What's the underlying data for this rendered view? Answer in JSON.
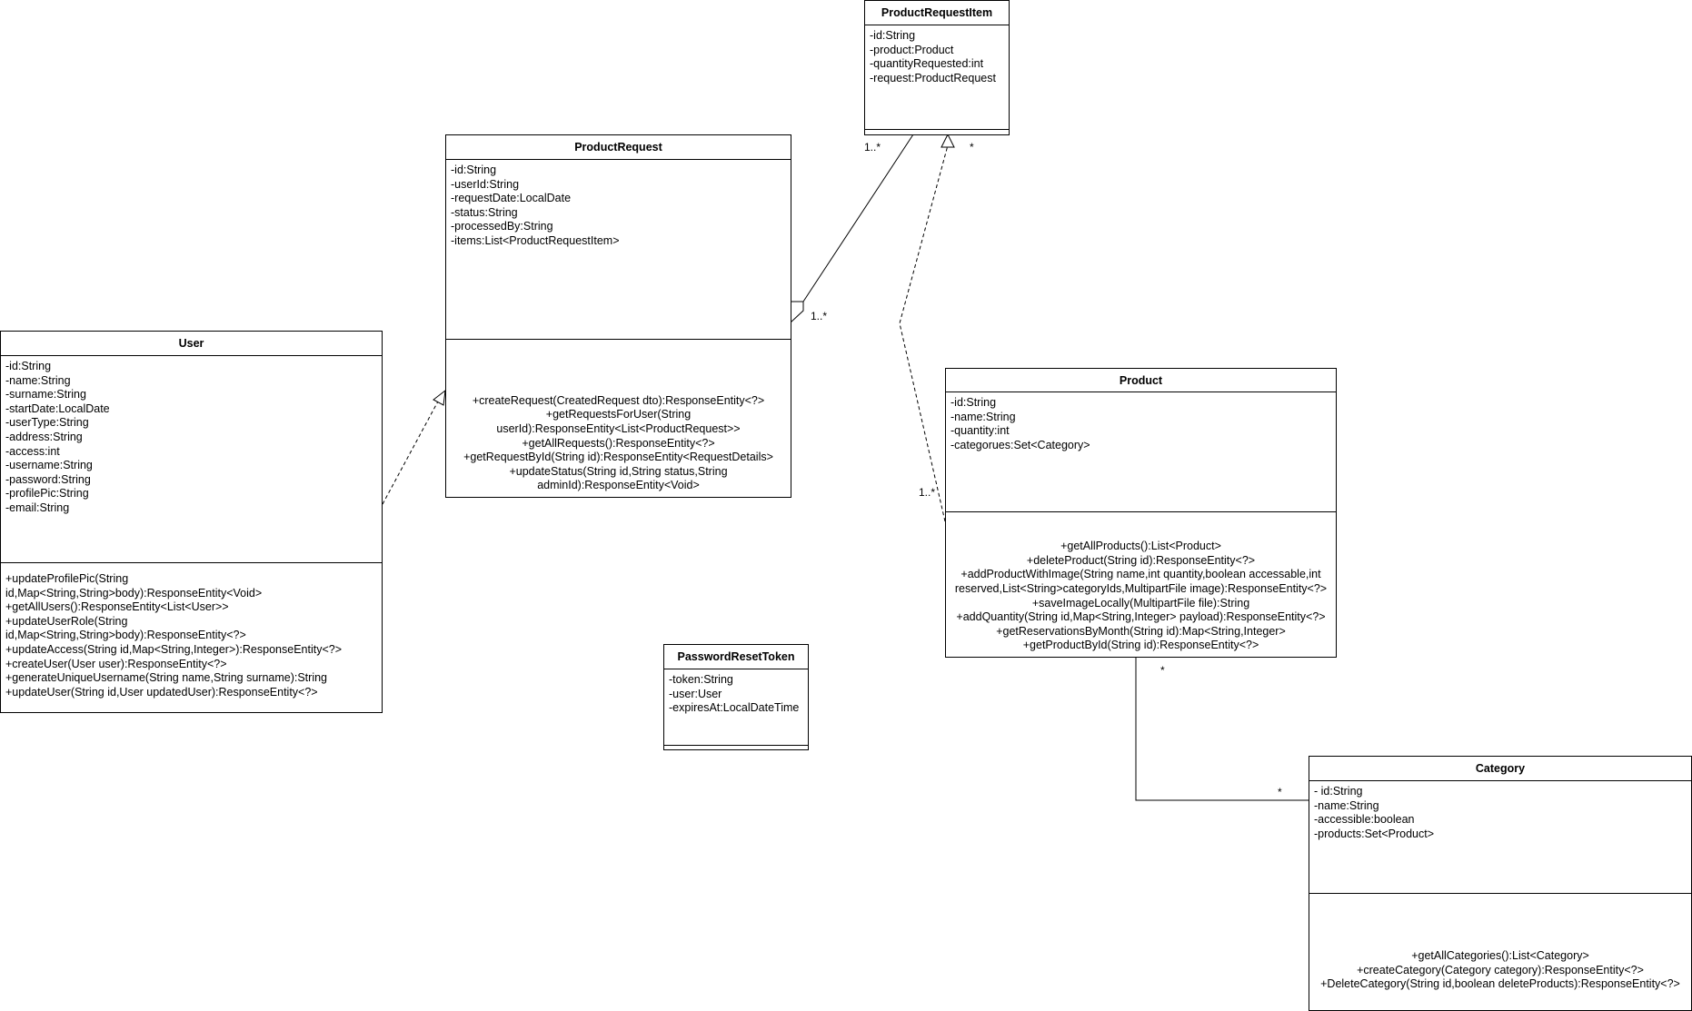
{
  "classes": {
    "productRequestItem": {
      "name": "ProductRequestItem",
      "attributes": [
        "-id:String",
        "-product:Product",
        "-quantityRequested:int",
        "-request:ProductRequest"
      ],
      "methods": []
    },
    "productRequest": {
      "name": "ProductRequest",
      "attributes": [
        "-id:String",
        "-userId:String",
        "-requestDate:LocalDate",
        "-status:String",
        "-processedBy:String",
        "-items:List<ProductRequestItem>"
      ],
      "methods": [
        "+createRequest(CreatedRequest dto):ResponseEntity<?>",
        "+getRequestsForUser(String",
        "userId):ResponseEntity<List<ProductRequest>>",
        "+getAllRequests():ResponseEntity<?>",
        "+getRequestById(String id):ResponseEntity<RequestDetails>",
        "+updateStatus(String id,String status,String",
        "adminId):ResponseEntity<Void>"
      ]
    },
    "user": {
      "name": "User",
      "attributes": [
        "-id:String",
        "-name:String",
        "-surname:String",
        "-startDate:LocalDate",
        "-userType:String",
        "-address:String",
        "-access:int",
        "-username:String",
        "-password:String",
        "-profilePic:String",
        "-email:String"
      ],
      "methods": [
        "+updateProfilePic(String",
        "id,Map<String,String>body):ResponseEntity<Void>",
        "+getAllUsers():ResponseEntity<List<User>>",
        "+updateUserRole(String",
        "id,Map<String,String>body):ResponseEntity<?>",
        "+updateAccess(String id,Map<String,Integer>):ResponseEntity<?>",
        "+createUser(User user):ResponseEntity<?>",
        "+generateUniqueUsername(String name,String surname):String",
        "+updateUser(String id,User updatedUser):ResponseEntity<?>"
      ]
    },
    "product": {
      "name": "Product",
      "attributes": [
        "-id:String",
        "-name:String",
        "-quantity:int",
        "-categorues:Set<Category>"
      ],
      "methods": [
        "+getAllProducts():List<Product>",
        "+deleteProduct(String id):ResponseEntity<?>",
        "+addProductWithImage(String name,int quantity,boolean accessable,int",
        "reserved,List<String>categoryIds,MultipartFile image):ResponseEntity<?>",
        "+saveImageLocally(MultipartFile file):String",
        "+addQuantity(String id,Map<String,Integer> payload):ResponseEntity<?>",
        "+getReservationsByMonth(String id):Map<String,Integer>",
        "+getProductById(String id):ResponseEntity<?>"
      ]
    },
    "passwordResetToken": {
      "name": "PasswordResetToken",
      "attributes": [
        "-token:String",
        "-user:User",
        "-expiresAt:LocalDateTime"
      ],
      "methods": []
    },
    "category": {
      "name": "Category",
      "attributes": [
        "- id:String",
        "-name:String",
        "-accessible:boolean",
        "-products:Set<Product>"
      ],
      "methods": [
        "+getAllCategories():List<Category>",
        "+createCategory(Category category):ResponseEntity<?>",
        "+DeleteCategory(String id,boolean deleteProducts):ResponseEntity<?>"
      ]
    }
  },
  "multiplicities": {
    "itemToRequest_itemEnd": "1..*",
    "itemToRequest_requestEnd": "1..*",
    "productToItem_itemEnd": "*",
    "productToItem_productEnd": "1..*",
    "productToCategory_productEnd": "*",
    "productToCategory_categoryEnd": "*"
  }
}
